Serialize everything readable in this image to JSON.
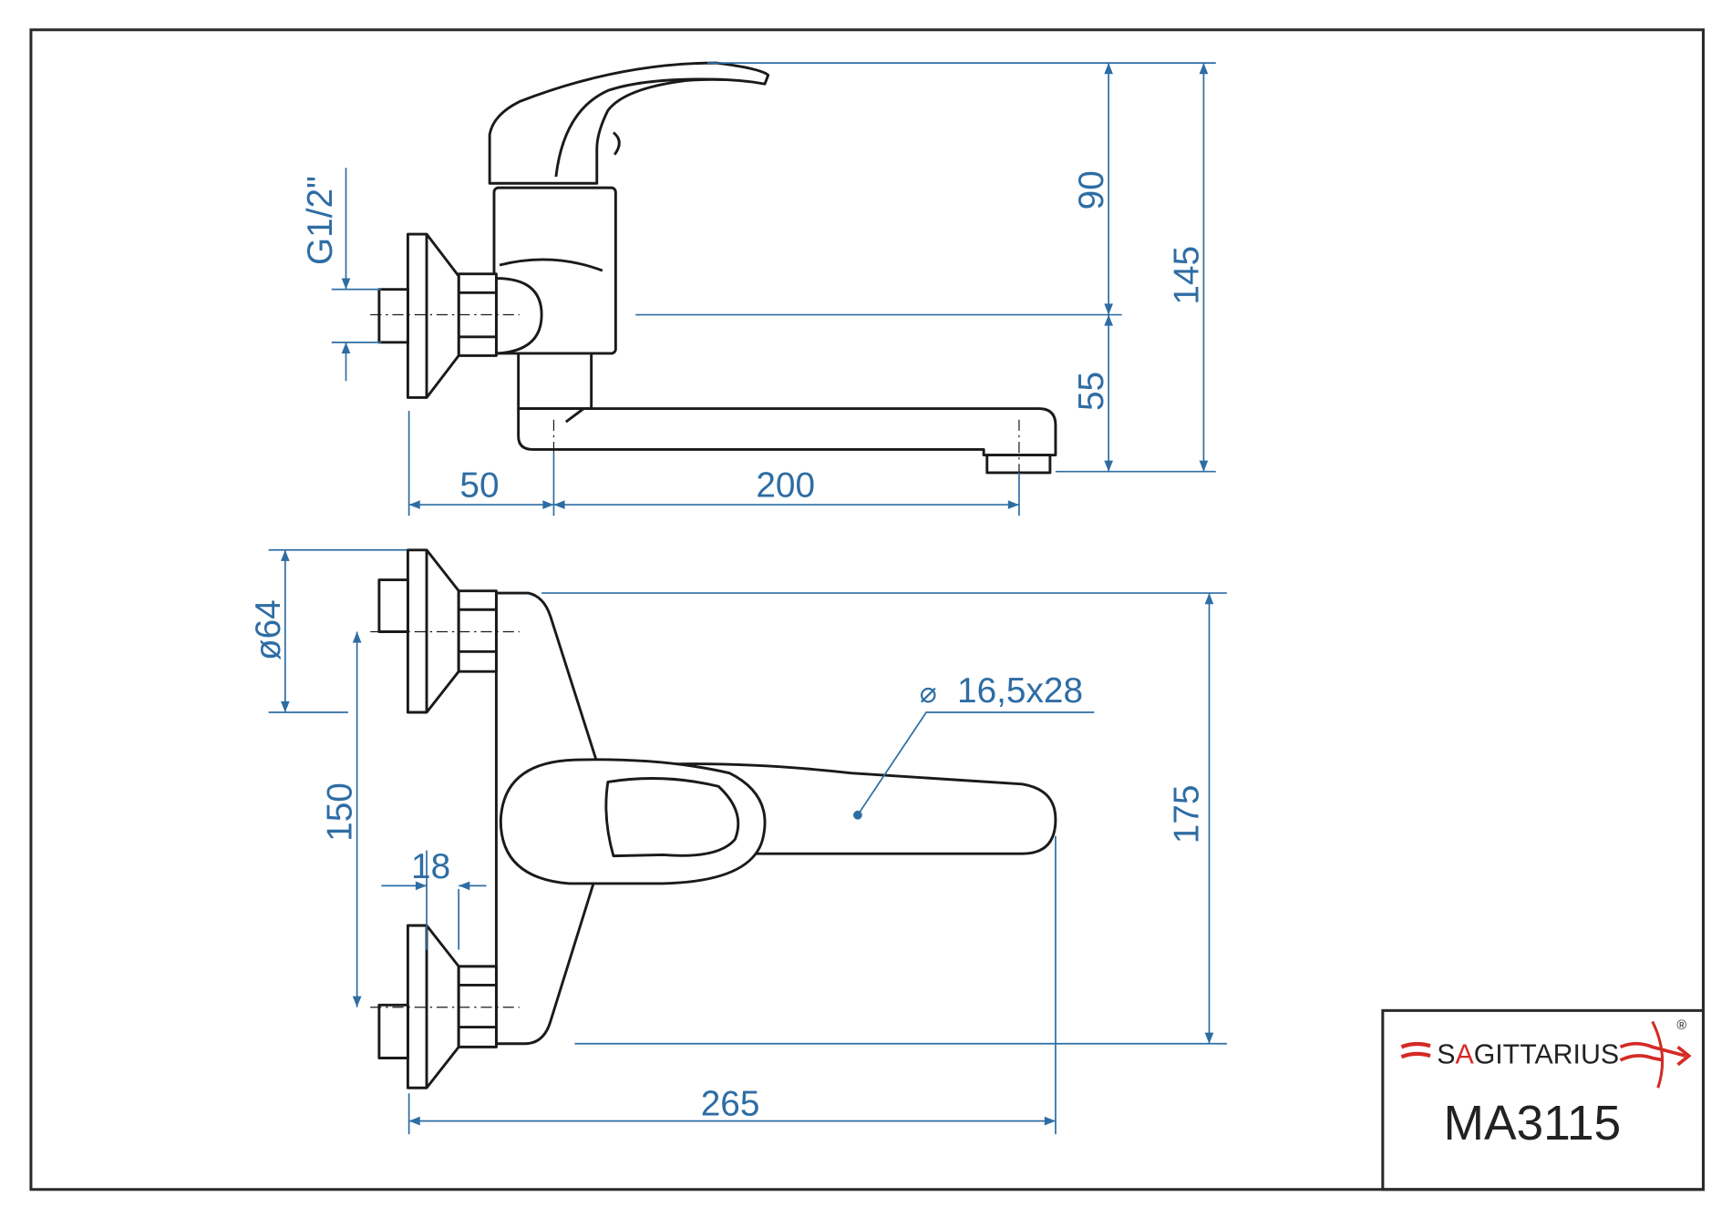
{
  "colors": {
    "dimension": "#2e6da4",
    "outline": "#1a1a1a",
    "logo_red": "#d42a25"
  },
  "dimensions": {
    "thread": "G1/2\"",
    "height_upper": "90",
    "height_lower": "55",
    "height_total": "145",
    "wall_offset": "50",
    "spout_reach": "200",
    "escutcheon_diameter": "ø64",
    "inlet_spacing": "150",
    "eccentric": "18",
    "body_height": "175",
    "total_length": "265",
    "spout_section": "16,5x28",
    "spout_section_symbol": "⌀"
  },
  "title_block": {
    "brand_prefix": "S",
    "brand_accent": "A",
    "brand_rest": "GITTARIUS",
    "registered": "®",
    "model": "MA3115"
  }
}
